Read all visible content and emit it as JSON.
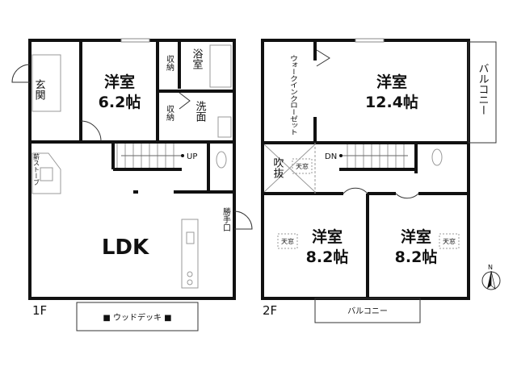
{
  "floor1": {
    "label": "1F",
    "genkan": "玄関",
    "room1_name": "洋室",
    "room1_size": "6.2帖",
    "storage": "収納",
    "bath": "浴室",
    "washroom": "洗面",
    "stairs": "UP",
    "stove": "薪ストーブ",
    "ldk": "LDK",
    "back_door": "勝手口",
    "deck": "■ ウッドデッキ ■"
  },
  "floor2": {
    "label": "2F",
    "wic": "ウォークインクローゼット",
    "room_main_name": "洋室",
    "room_main_size": "12.4帖",
    "balcony_side": "バルコニー",
    "atrium": "吹抜",
    "skylight": "天窓",
    "stairs": "DN",
    "room_a_name": "洋室",
    "room_a_size": "8.2帖",
    "room_b_name": "洋室",
    "room_b_size": "8.2帖",
    "balcony_bottom": "バルコニー"
  },
  "compass": "N"
}
